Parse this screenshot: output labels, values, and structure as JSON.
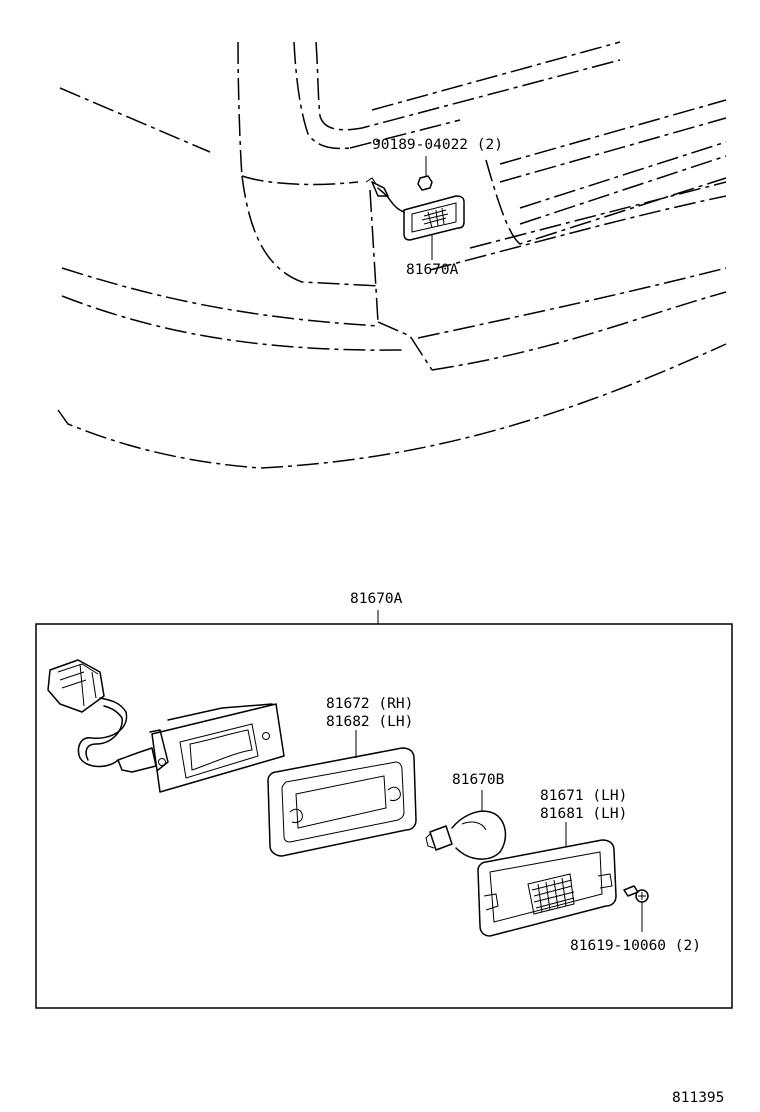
{
  "callouts": {
    "nut_part": "90189-04022 (2)",
    "lamp_assy_top": "81670A",
    "lamp_assy_box": "81670A",
    "housing_rh": "81672 (RH)",
    "housing_lh": "81682 (LH)",
    "bulb": "81670B",
    "lens_rh": "81671 (LH)",
    "lens_lh": "81681 (LH)",
    "screw": "81619-10060 (2)"
  },
  "figure_number": "811395"
}
